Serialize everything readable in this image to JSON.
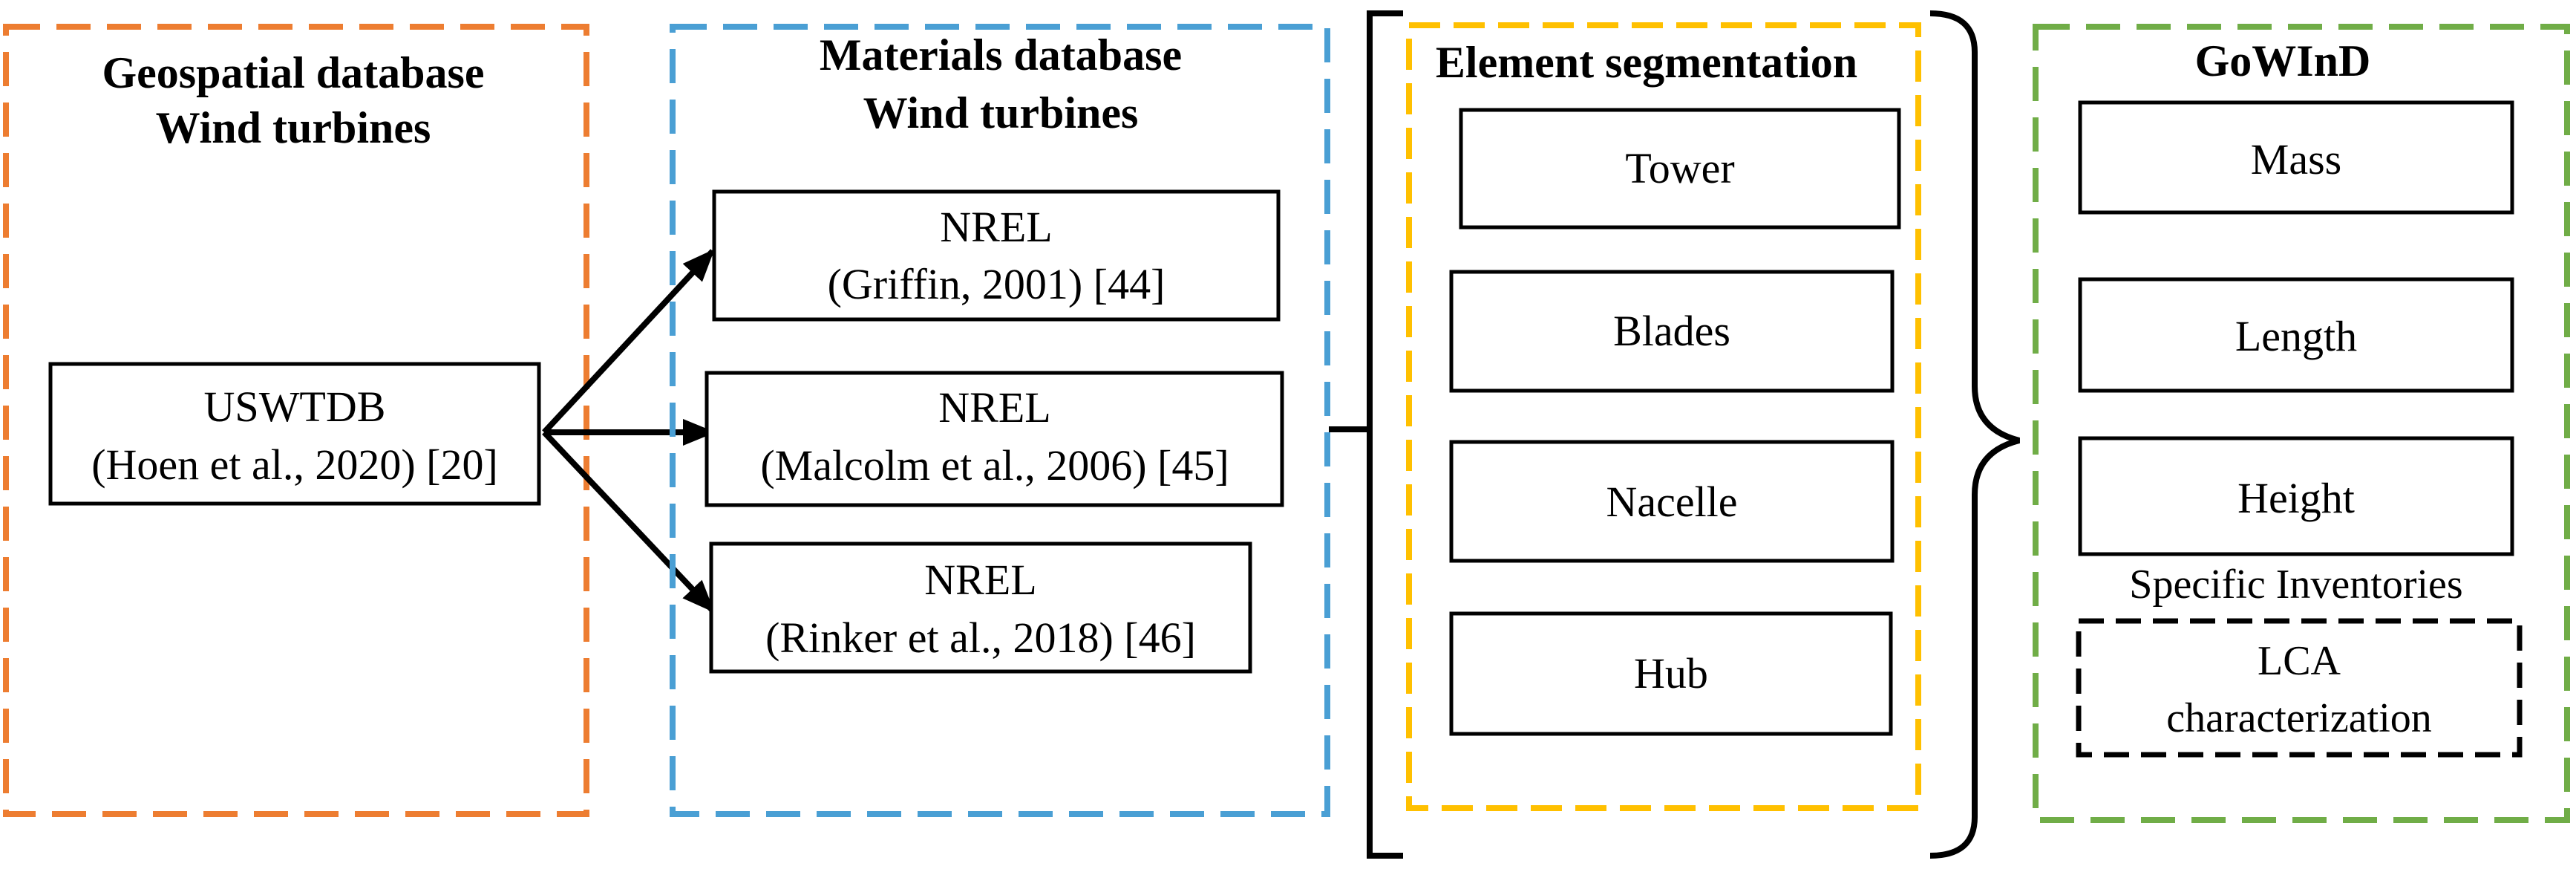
{
  "colors": {
    "geospatial": "#ED7D31",
    "materials": "#4A9FD4",
    "segmentation": "#FFC000",
    "gowind": "#70AD47",
    "lca": "#000000",
    "stroke": "#000000"
  },
  "geospatial": {
    "title_line1": "Geospatial database",
    "title_line2": "Wind turbines",
    "source_line1": "USWTDB",
    "source_line2": "(Hoen et al., 2020) [20]"
  },
  "materials": {
    "title_line1": "Materials database",
    "title_line2": "Wind turbines",
    "items": [
      {
        "line1": "NREL",
        "line2": "(Griffin, 2001) [44]"
      },
      {
        "line1": "NREL",
        "line2": "(Malcolm et al., 2006) [45]"
      },
      {
        "line1": "NREL",
        "line2": "(Rinker et al., 2018) [46]"
      }
    ]
  },
  "segmentation": {
    "title": "Element segmentation",
    "items": [
      "Tower",
      "Blades",
      "Nacelle",
      "Hub"
    ]
  },
  "gowind": {
    "title": "GoWInD",
    "items": [
      "Mass",
      "Length",
      "Height"
    ],
    "inventories_label": "Specific Inventories",
    "lca_line1": "LCA",
    "lca_line2": "characterization"
  }
}
